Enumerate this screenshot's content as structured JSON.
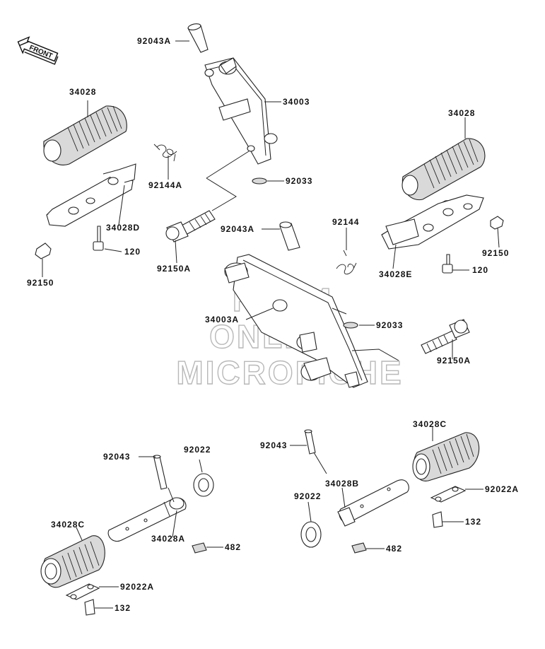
{
  "front_label": "FRONT",
  "watermark": [
    "HLSM",
    "ONLINE",
    "MICROFICHE"
  ],
  "labels": {
    "l_92043A_top": "92043A",
    "l_34003": "34003",
    "l_34028_left": "34028",
    "l_92144A": "92144A",
    "l_92033_top": "92033",
    "l_34028D": "34028D",
    "l_120_left": "120",
    "l_92150_left": "92150",
    "l_92150A_left": "92150A",
    "l_92043A_mid": "92043A",
    "l_92144": "92144",
    "l_34028_right": "34028",
    "l_92150_right": "92150",
    "l_34028E": "34028E",
    "l_120_right": "120",
    "l_34003A": "34003A",
    "l_92033_mid": "92033",
    "l_92150A_right": "92150A",
    "l_92043_left": "92043",
    "l_92022_left": "92022",
    "l_34028C_left": "34028C",
    "l_34028A": "34028A",
    "l_482_left": "482",
    "l_92022A_left": "92022A",
    "l_132_left": "132",
    "l_92043_right": "92043",
    "l_34028C_right": "34028C",
    "l_34028B": "34028B",
    "l_92022_right": "92022",
    "l_92022A_right": "92022A",
    "l_132_right": "132",
    "l_482_right": "482"
  }
}
